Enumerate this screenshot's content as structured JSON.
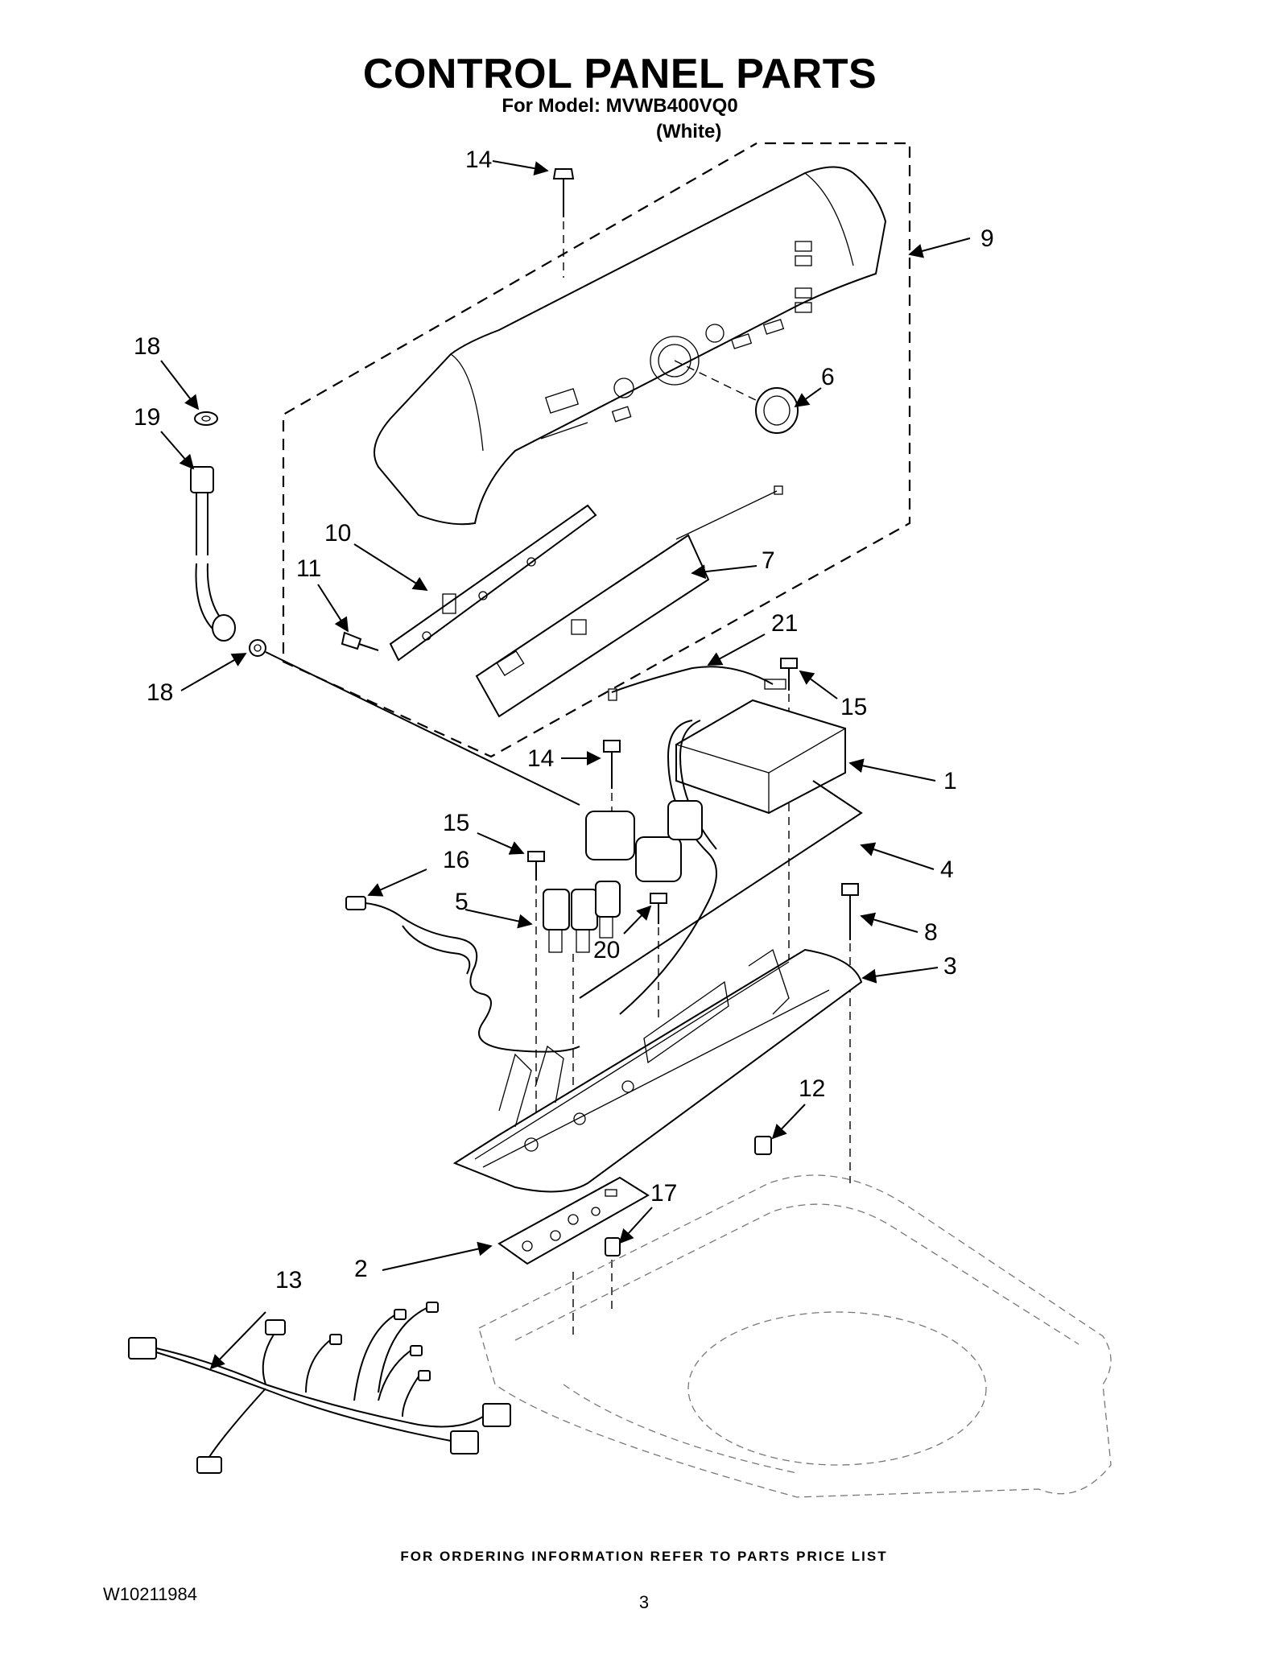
{
  "header": {
    "title": "CONTROL PANEL PARTS",
    "model_line": "For Model: MVWB400VQ0",
    "color_line": "(White)"
  },
  "callouts": [
    {
      "id": "c14a",
      "label": "14"
    },
    {
      "id": "c9",
      "label": "9"
    },
    {
      "id": "c18a",
      "label": "18"
    },
    {
      "id": "c19",
      "label": "19"
    },
    {
      "id": "c6",
      "label": "6"
    },
    {
      "id": "c10",
      "label": "10"
    },
    {
      "id": "c11",
      "label": "11"
    },
    {
      "id": "c7",
      "label": "7"
    },
    {
      "id": "c21",
      "label": "21"
    },
    {
      "id": "c18b",
      "label": "18"
    },
    {
      "id": "c15a",
      "label": "15"
    },
    {
      "id": "c1",
      "label": "1"
    },
    {
      "id": "c14b",
      "label": "14"
    },
    {
      "id": "c15b",
      "label": "15"
    },
    {
      "id": "c16",
      "label": "16"
    },
    {
      "id": "c4",
      "label": "4"
    },
    {
      "id": "c5",
      "label": "5"
    },
    {
      "id": "c8",
      "label": "8"
    },
    {
      "id": "c20",
      "label": "20"
    },
    {
      "id": "c3",
      "label": "3"
    },
    {
      "id": "c12",
      "label": "12"
    },
    {
      "id": "c17",
      "label": "17"
    },
    {
      "id": "c2",
      "label": "2"
    },
    {
      "id": "c13",
      "label": "13"
    }
  ],
  "footer": {
    "note": "FOR ORDERING INFORMATION REFER TO PARTS PRICE LIST",
    "document_number": "W10211984",
    "page_number": "3"
  }
}
